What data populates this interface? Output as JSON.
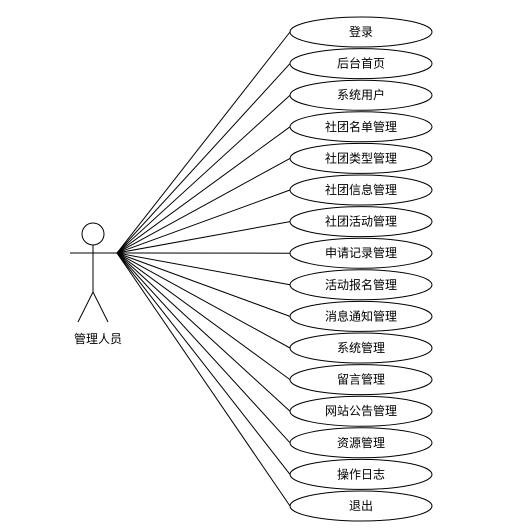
{
  "actor": {
    "label": "管理人员"
  },
  "use_cases": [
    "登录",
    "后台首页",
    "系统用户",
    "社团名单管理",
    "社团类型管理",
    "社团信息管理",
    "社团活动管理",
    "申请记录管理",
    "活动报名管理",
    "消息通知管理",
    "系统管理",
    "留言管理",
    "网站公告管理",
    "资源管理",
    "操作日志",
    "退出"
  ]
}
